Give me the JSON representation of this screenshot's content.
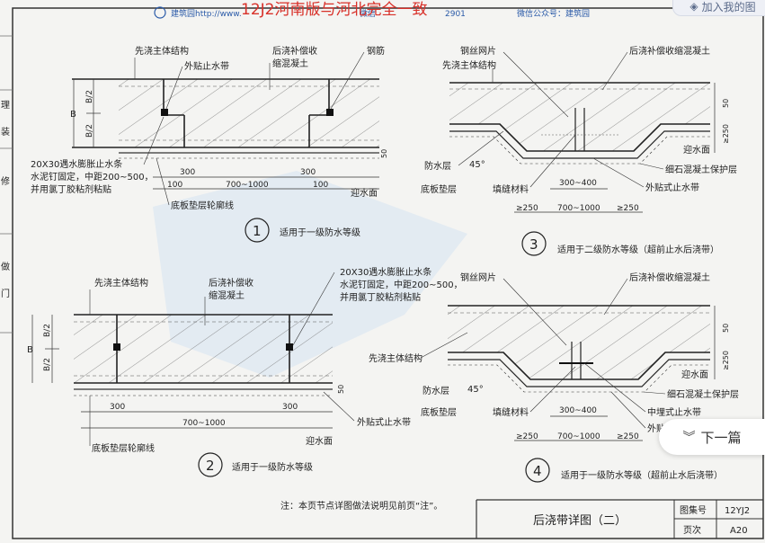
{
  "watermark": {
    "left": "建筑园http://www.",
    "mid": "微信",
    "tail": "2901",
    "right": "微信公众号：建筑园"
  },
  "banner": "12J2河南版与河北完全一致",
  "side_labels": [
    "理",
    "装",
    "修",
    "做",
    "门"
  ],
  "detail1": {
    "number": "1",
    "caption": "适用于一级防水等级",
    "label_structure": "先浇主体结构",
    "label_waterstop": "外贴止水带",
    "label_concrete_a": "后浇补偿收",
    "label_concrete_b": "缩混凝土",
    "label_rebar": "钢筋",
    "label_swell_1": "20X30遇水膨胀止水条",
    "label_swell_2": "水泥钉固定，中距200~500，",
    "label_swell_3": "并用氯丁胶粘剂粘贴",
    "label_base": "底板垫层轮廓线",
    "label_face": "迎水面",
    "dim_B": "B",
    "dim_B2": "B/2",
    "dim_300": "300",
    "dim_100": "100",
    "dim_700": "700~1000",
    "dim_50": "50"
  },
  "detail2": {
    "number": "2",
    "caption": "适用于一级防水等级",
    "label_structure": "先浇主体结构",
    "label_concrete_a": "后浇补偿收",
    "label_concrete_b": "缩混凝土",
    "label_swell_1": "20X30遇水膨胀止水条",
    "label_swell_2": "水泥钉固定，中距200~500，",
    "label_swell_3": "并用氯丁胶粘剂粘贴",
    "label_waterstop": "外贴式止水带",
    "label_base": "底板垫层轮廓线",
    "label_face": "迎水面",
    "dim_B": "B",
    "dim_B2": "B/2",
    "dim_300": "300",
    "dim_700": "700~1000",
    "dim_50": "50"
  },
  "detail3": {
    "number": "3",
    "caption": "适用于二级防水等级（超前止水后浇带）",
    "label_mesh": "钢丝网片",
    "label_structure": "先浇主体结构",
    "label_concrete": "后浇补偿收缩混凝土",
    "label_waterproof": "防水层",
    "label_angle": "45°",
    "label_base": "底板垫层",
    "label_filler": "填缝材料",
    "label_waterstop": "外贴式止水带",
    "label_face": "迎水面",
    "label_protect": "细石混凝土保护层",
    "dim_300_400": "300~400",
    "dim_250": "≥250",
    "dim_700": "700~1000",
    "dim_50": "50"
  },
  "detail4": {
    "number": "4",
    "caption": "适用于一级防水等级（超前止水后浇带）",
    "label_mesh": "钢丝网片",
    "label_concrete": "后浇补偿收缩混凝土",
    "label_structure": "先浇主体结构",
    "label_waterproof": "防水层",
    "label_angle": "45°",
    "label_base": "底板垫层",
    "label_filler": "填缝材料",
    "label_mid_waterstop": "中埋式止水带",
    "label_ext_waterstop": "外贴",
    "label_face": "迎水面",
    "label_protect": "细石混凝土保护层",
    "dim_300_400": "300~400",
    "dim_250": "≥250",
    "dim_700": "700~1000",
    "dim_50": "50"
  },
  "note": "注：本页节点详图做法说明见前页“注”。",
  "titleblock": {
    "title": "后浇带详图（二）",
    "atlas_label": "图集号",
    "atlas_value": "12YJ2",
    "page_label": "页次",
    "page_value": "A20"
  },
  "ui": {
    "add_button": "加入我的图",
    "next_button": "下一篇"
  }
}
